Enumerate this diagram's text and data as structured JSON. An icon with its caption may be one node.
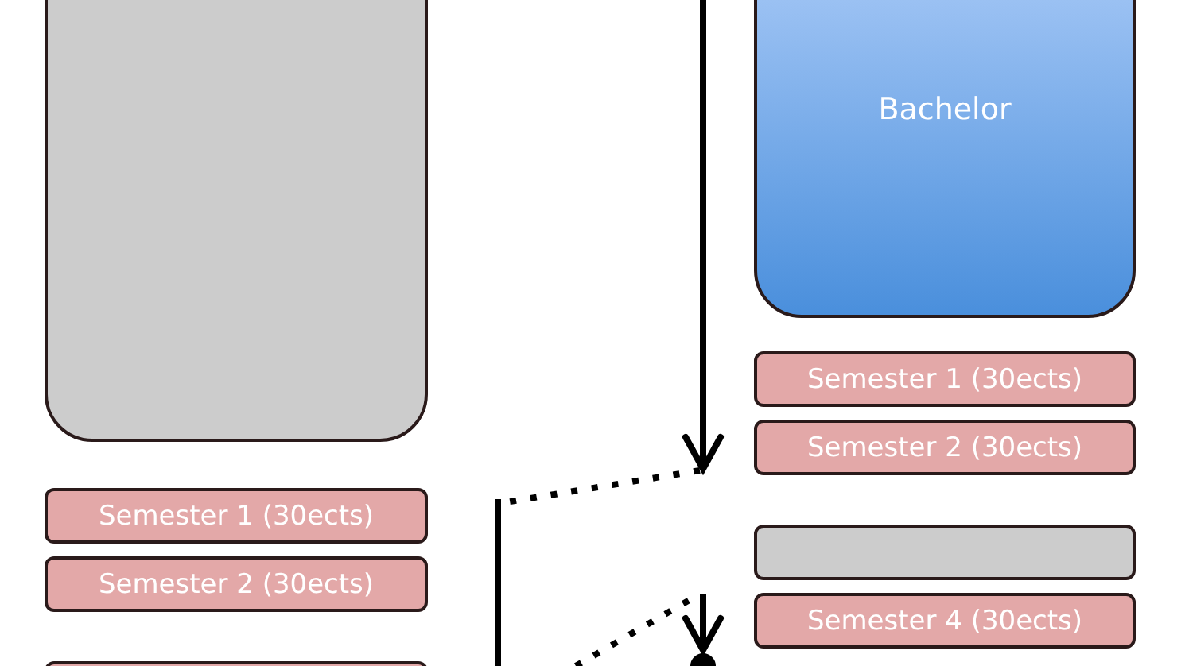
{
  "diagram": {
    "nodes": [
      {
        "text": [],
        "shape": "box"
      },
      {
        "text": [
          "Bachelor"
        ]
      },
      {
        "text": [
          "Semester 1 (30ects)"
        ]
      },
      {
        "text": [
          "Semester 2 (30ects)"
        ]
      },
      {
        "text": [
          "Semester 1 (30ects)"
        ]
      },
      {
        "text": [
          "Semester 2 (30ects)"
        ]
      },
      {
        "text": [],
        "shape": "bar"
      },
      {
        "text": [
          "Semester 4 (30ects)"
        ]
      },
      {
        "text": [],
        "shape": "bar"
      },
      {
        "text": [],
        "shape": "circle"
      }
    ],
    "edges": [
      {
        "from": null,
        "to": 9,
        "arrow": "to"
      }
    ]
  }
}
